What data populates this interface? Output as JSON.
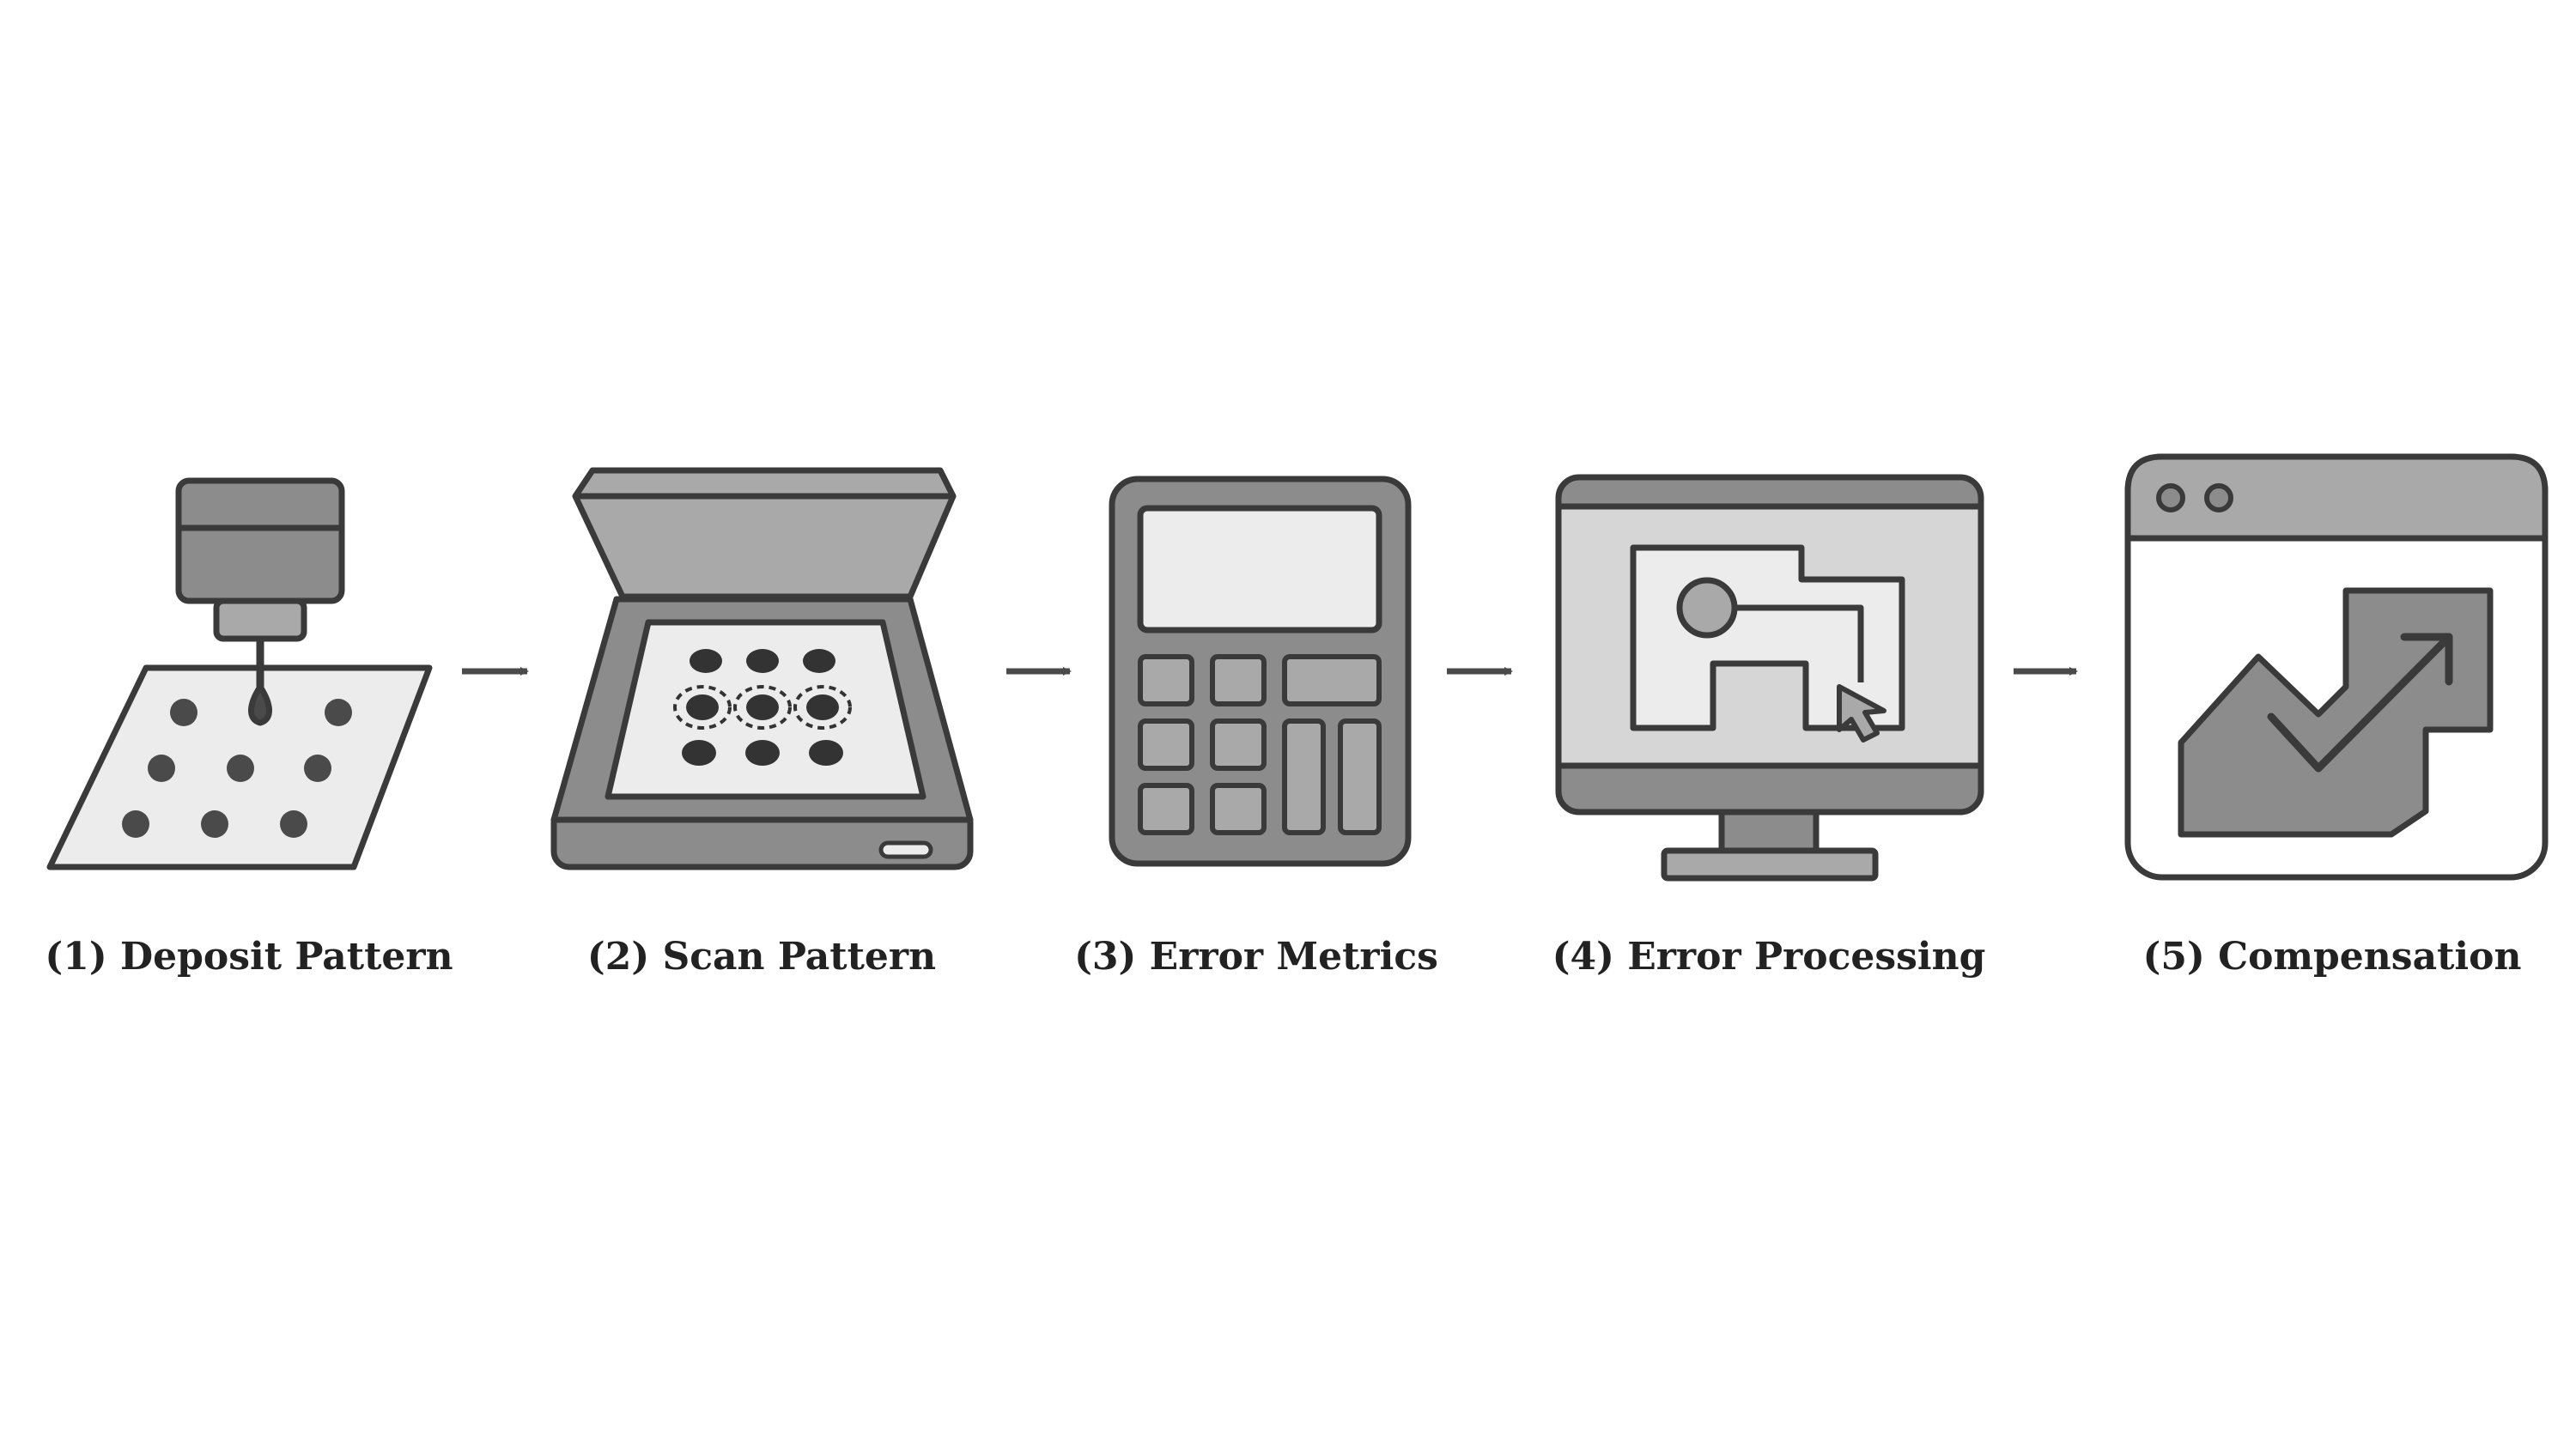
{
  "steps": [
    {
      "label": "(1) Deposit Pattern",
      "icon": "dispenser-icon"
    },
    {
      "label": "(2) Scan Pattern",
      "icon": "scanner-icon"
    },
    {
      "label": "(3) Error Metrics",
      "icon": "calculator-icon"
    },
    {
      "label": "(4) Error Processing",
      "icon": "monitor-icon"
    },
    {
      "label": "(5) Compensation",
      "icon": "browser-trend-icon"
    }
  ],
  "colors": {
    "outline": "#3a3a3a",
    "dark_fill": "#8c8c8c",
    "mid_fill": "#a9a9a9",
    "light_fill": "#ececec",
    "dot": "#4a4a4a"
  }
}
